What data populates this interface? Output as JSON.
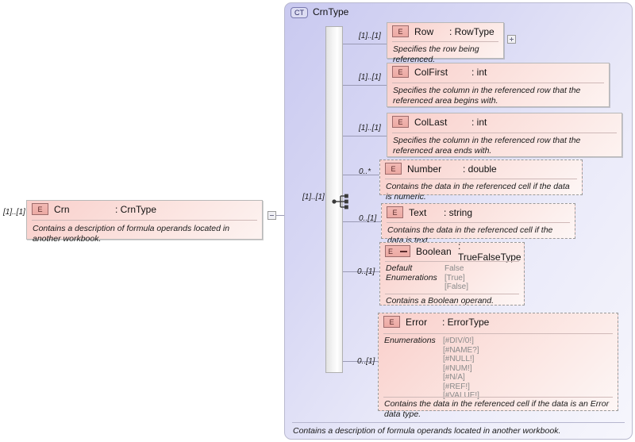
{
  "diagram": {
    "type": "xsd-schema-diagram",
    "root_element": {
      "icon": "element-icon",
      "name": "Crn",
      "type": ": CrnType",
      "cardinality": "[1]..[1]",
      "annotation": "Contains a description of formula operands located in another workbook."
    },
    "complex_type": {
      "badge": "CT",
      "name": "CrnType",
      "compositor": "sequence",
      "cardinality": "[1]..[1]",
      "annotation": "Contains a description of formula operands located in another workbook."
    },
    "children": [
      {
        "icon": "element-icon",
        "name": "Row",
        "type": ": RowType",
        "cardinality": "[1]..[1]",
        "annotation": "Specifies the row being referenced.",
        "border": "solid",
        "expander": "plus"
      },
      {
        "icon": "element-icon",
        "name": "ColFirst",
        "type": ": int",
        "cardinality": "[1]..[1]",
        "annotation": "Specifies the column in the referenced row that the referenced area begins with.",
        "border": "solid"
      },
      {
        "icon": "element-icon",
        "name": "ColLast",
        "type": ": int",
        "cardinality": "[1]..[1]",
        "annotation": "Specifies the column in the referenced row that the referenced area ends with.",
        "border": "solid"
      },
      {
        "icon": "element-icon",
        "name": "Number",
        "type": ": double",
        "cardinality": "0..*",
        "annotation": "Contains the data in the referenced cell if the data is numeric.",
        "border": "dashed"
      },
      {
        "icon": "element-icon",
        "name": "Text",
        "type": ": string",
        "cardinality": "0..[1]",
        "annotation": "Contains the data in the referenced cell if the data is text.",
        "border": "dashed"
      },
      {
        "icon": "element-fixed-icon",
        "name": "Boolean",
        "type": ": TrueFalseType",
        "cardinality": "0..[1]",
        "annotation": "Contains a Boolean operand.",
        "border": "dashed",
        "facets": [
          {
            "key": "Default",
            "values": [
              "False"
            ],
            "strong": true
          },
          {
            "key": "Enumerations",
            "values": [
              "[True]",
              "[False]"
            ],
            "strong": false
          }
        ]
      },
      {
        "icon": "element-icon",
        "name": "Error",
        "type": ": ErrorType",
        "cardinality": "0..[1]",
        "annotation": "Contains the data in the referenced cell if the data is an Error data type.",
        "border": "dashed",
        "facets": [
          {
            "key": "Enumerations",
            "values": [
              "[#DIV/0!]",
              "[#NAME?]",
              "[#NULL!]",
              "[#NUM!]",
              "[#N/A]",
              "[#REF!]",
              "[#VALUE!]"
            ],
            "strong": false
          }
        ]
      }
    ]
  },
  "colors": {
    "element_fill": "#f9cfcb",
    "container_fill": "#d3d3f2",
    "line": "#9a9ab5",
    "icon_border": "#9c6b6b"
  }
}
